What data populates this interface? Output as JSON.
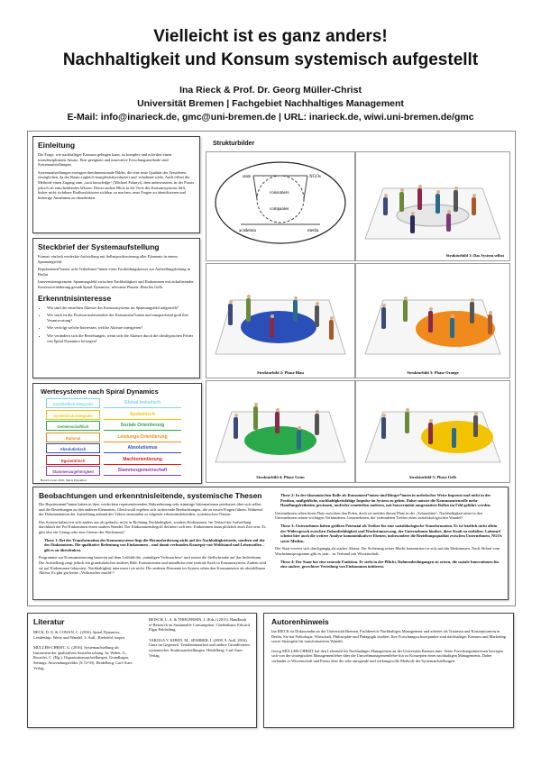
{
  "title": {
    "line1": "Vielleicht ist es ganz anders!",
    "line2": "Nachhaltigkeit und Konsum systemisch aufgestellt"
  },
  "authors": {
    "names": "Ina Rieck & Prof. Dr. Georg Müller-Christ",
    "affiliation": "Universität Bremen | Fachgebiet Nachhaltiges Management",
    "contact": "E-Mail: info@inarieck.de, gmc@uni-bremen.de | URL: inarieck.de, wiwi.uni-bremen.de/gmc"
  },
  "einleitung": {
    "heading": "Einleitung",
    "p1": "Die Frage, wie nachhaltiger Konsum gelingen kann, ist komplex und erfordert einen transdisziplinären Ansatz. Eine geeignete und innovative Forschungsmethode sind Systemaufstellungen.",
    "p2": "Systemaufstellungen erzeugen dreidimensionale Bilder, die eine neue Qualität des Verstehens ermöglichen, da der Raum zugleich komplexitätsreduziert und -erhaltend wirkt. Auch öffnet die Methode einen Zugang zum „tacit knowledge“ (Michael Polanyi), dem unbewussten, in der Praxis jedoch oft entscheidenden Wissen. Dieser andere Blick in die Tiefe des Konsumsystems hilft, bisher nicht sichtbare Einflussfaktoren sichtbar zu machen, neue Fragen zu identifizieren und bisherige Annahmen zu überdenken."
  },
  "steckbrief": {
    "heading": "Steckbrief der Systemaufstellung",
    "p1": "Format: einfach verdeckte Aufstellung mit Selbstpositionierung aller Elemente in einem Spannungsfeld",
    "p2": "Repräsentant*innen: acht Teilnehmer*innen eines Fortbildungskurses zur Aufstellungsleitung in Berlin",
    "p3": "Interventionsgrenzen: Spannungsfeld zwischen Nachhaltigkeit und Einkommen mit zirkulierender Kontextveränderung gemäß Spiral Dynamics; relevante Phasen: Blau bis Gelb."
  },
  "erkenntnis": {
    "heading": "Erkenntnisinteresse",
    "items": [
      "Wie sind die einzelnen Akteure des Konsumsystems im Spannungsfeld aufgestellt?",
      "Wie stark ist die Position insbesondere der Konsument*innen und entsprechend groß ihre Verantwortung?",
      "Wie verfolgt welche Interessen, welche Akteure intergieren?",
      "Wie verändern sich die Beziehungen, wenn sich die Akteure durch die idealtypischen Felder von Spiral Dynamics bewegen?"
    ]
  },
  "spiral": {
    "heading": "Wertesysteme nach Spiral Dynamics",
    "rows": [
      {
        "left": "Ganzheitlich-integrativ",
        "right": "Global holistisch"
      },
      {
        "left": "Systemisch-integrativ",
        "right": "Systemisch"
      },
      {
        "left": "Gemeinschaftlich",
        "right": "Soziale Orientierung"
      },
      {
        "left": "Rational",
        "right": "Leistungs-Orientierung"
      },
      {
        "left": "Absolutistisch",
        "right": "Absolutismus"
      },
      {
        "left": "Egozentrisch",
        "right": "Machtorientierung"
      },
      {
        "left": "Stammeszugehörigkeit",
        "right": "Stammesgemeinschaft"
      }
    ],
    "colors": [
      "#7fd3e6",
      "#f2c300",
      "#2aa84a",
      "#f08a1c",
      "#2c4fb8",
      "#e21b1b",
      "#8a3fa8"
    ],
    "footnote": "Beck/Cowan 2016, Spiral Dynamics"
  },
  "strukturbilder": {
    "heading": "Strukturbilder",
    "diagram": {
      "state": "state",
      "ngos": "NGOs",
      "consumers": "consumers",
      "companies": "companies",
      "academia": "academia",
      "media": "media"
    },
    "panels": [
      "Strukturbild 1: Das System selbst",
      "Strukturbild 2: Phase Blau",
      "Strukturbild 3: Phase Orange",
      "Strukturbild 4: Phase Grün",
      "Strukturbild 5: Phase Gelb"
    ]
  },
  "beobachtungen": {
    "heading": "Beobachtungen und erkenntnisleitende, systemische Thesen",
    "p1": "Die Repräsentant*innen haben in ihrer verdeckten repräsentierenden Wahrnehmung sehr stimmige Informationen produziert über sich selbst und die Beziehungen zu den anderen Elementen. Gleichwohl ergeben sich irritierende Beobachtungen, die zu neuen Fragen führen. Während der Dokumentation der Aufstellung anhand des Videos entstanden so folgende erkenntnisleitenden, systemischen Thesen:",
    "p2": "Das System balanciert sich anders aus als gedacht: nicht in Richtung Nachhaltigkeit, sondern Einkommen. Im Verlauf der Aufstellung durchläuft der Pol Einkommen einen starken Wandel. Der Einkommensbegriff definiert sich neu: Einkommen kann plötzlich auch Zeit sein. Es gibt also ein Genug oder eine Grenze des Wachstums?",
    "these1": "These 1: Bei der Transformation des Konsumsystems liegt die Herausforderung nicht auf der Nachhaltigkeitsseite, sondern auf der des Einkommens. Die qualitative Bedeutung von Einkommen – und damit verbunden Konzepte von Wohlstand und Lebensstilen – gilt es zu überdenken.",
    "p3": "Programme zur Konsumsteuerung basieren auf dem Leitbild des „mündigen Verbrauchers“ und setzen die Stellschraube auf das Individuum. Die Aufstellung zeigt jedoch ein grundsätzliches anderes Bild: Konsumenten und mündliche eine zentrale Kraft in Konsumsystem. Zudem sind sie auf Einkommen fokussiert, Nachhaltigkeit interessiert sie nicht. Die anderen Elemente im System sehen den Konsumenten als abwählbaren Akteur. Es gibt gar keine „Verbraucher macht“?",
    "these2": "These 2: In der ökonomischen Rolle als Konsument*innen sind Bürger*innen in mehrfacher Weise begrenzt und nicht in der Position, maßgebliche, nachhaltigkeitsfähige Impulse im System zu geben. Daher müsste die Konsumentenrolle mehr Handlungsfreiheiten gewinnen, und/oder ermittelten anderen, mit Souveränität ausgestattete Rollen im Feld geführt werden.",
    "p4": "Unternehmen sehen ihren Platz zwischen den Polen, doch sie meiden diesen Platz in der „Schusslinie“. Nachhaltigkeit nützt in den Unternehmen seinen wichtigen Verbündeten. Unternehmen, die verbindeten Treiber eines sozialökologischen Wandel?",
    "these3": "These 3: Unternehmen haben größten Potenzial als Treiber für eine sozialökologische Transformation. Es ist letztlich nicht allein der Widerspruch zwischen Zukunftsfähigkeit und Wachstumszwang, der Unternehmen hindert, diese Kraft zu entfalten. Lohnend scheint hier auch die weitere Analyse kommunikativer Ebenen, insbesondere die Beziehungsqualität zwischen Unternehmen, NGOs sowie Medien.",
    "p5": "Der Staat erweist sich durchgängig als starker Akteur. Zur Sicherung seiner Macht konzentriert er sich auf das Einkommen. Nach Ablauf vom Wachstumsprogramm gibt es statt…in Verbund mit Wissenschaft.",
    "these4": "These 4: Der Staat hat eine zentrale Funktion. Er steht in der Pflicht, Rahmenbedingungen zu setzen, die soziale Innovationen für eine andere, gerechtere Verteilung von Einkommen initiieren."
  },
  "literatur": {
    "heading": "Literatur",
    "col1": [
      "BECK, D. E. & COWAN, C. (2016). Spiral Dynamics: Leadership, Werte und Wandel. 3. Aufl., Bielefeld: isopro.",
      "MÜLLER-CHRIST, G. (2016). Systemaufstellung als Instrument der qualitativen Sozialforschung. In: Weber, G., Rosselet, C. (Hg.): Organisationsaufstellungen. Grundlagen, Settings, Anwendungsfelder (S.72-93). Heidelberg: Carl-Auer-Verlag."
    ],
    "col2": [
      "REISCH, L. A. & THØGERSEN, J. (Eds.) (2015). Handbook of Research on Sustainable Consumption. Cheltenham: Edward Elgar Publishing.",
      "VAROGA V. KIBED, M., SPARRER, I. (2009, 9. Aufl. 2016). Ganz im Gegenteil. Tetralemmaarbeit und andere Grundformen systemischer Strukturaufstellungen. Heidelberg: Carl-Auer-Verlag."
    ]
  },
  "autoren": {
    "heading": "Autorenhinweis",
    "p1": "Ina RIECK ist Doktorandin an der Universität Bremen, Fachbereich Nachhaltiges Management und arbeitet als Trainerin und Konzeptionerin in Berlin. Sie hat Politologie, Wirtschaft, Philosophie und Pädagogik studiert. Ihre Forschungsschwerpunkte sind nachhaltiger Konsum und Marketing sowie Strategien für transformativen Wandel.",
    "p2": "Georg MÜLLER-CHRIST hat den Lehrstuhl für Nachhaltiges Management an der Universität Bremen inne. Seine Forschungsinteressen bewegen sich von der strategischen Managementlehre über die Umweltmanagementlehre hin zu Konzepten eines nachhaltigen Managements. Daher verbindet er Wissenschaft und Praxis über die sehr anregende und wirkungsvolle Methode der Systemaufstellungen."
  }
}
